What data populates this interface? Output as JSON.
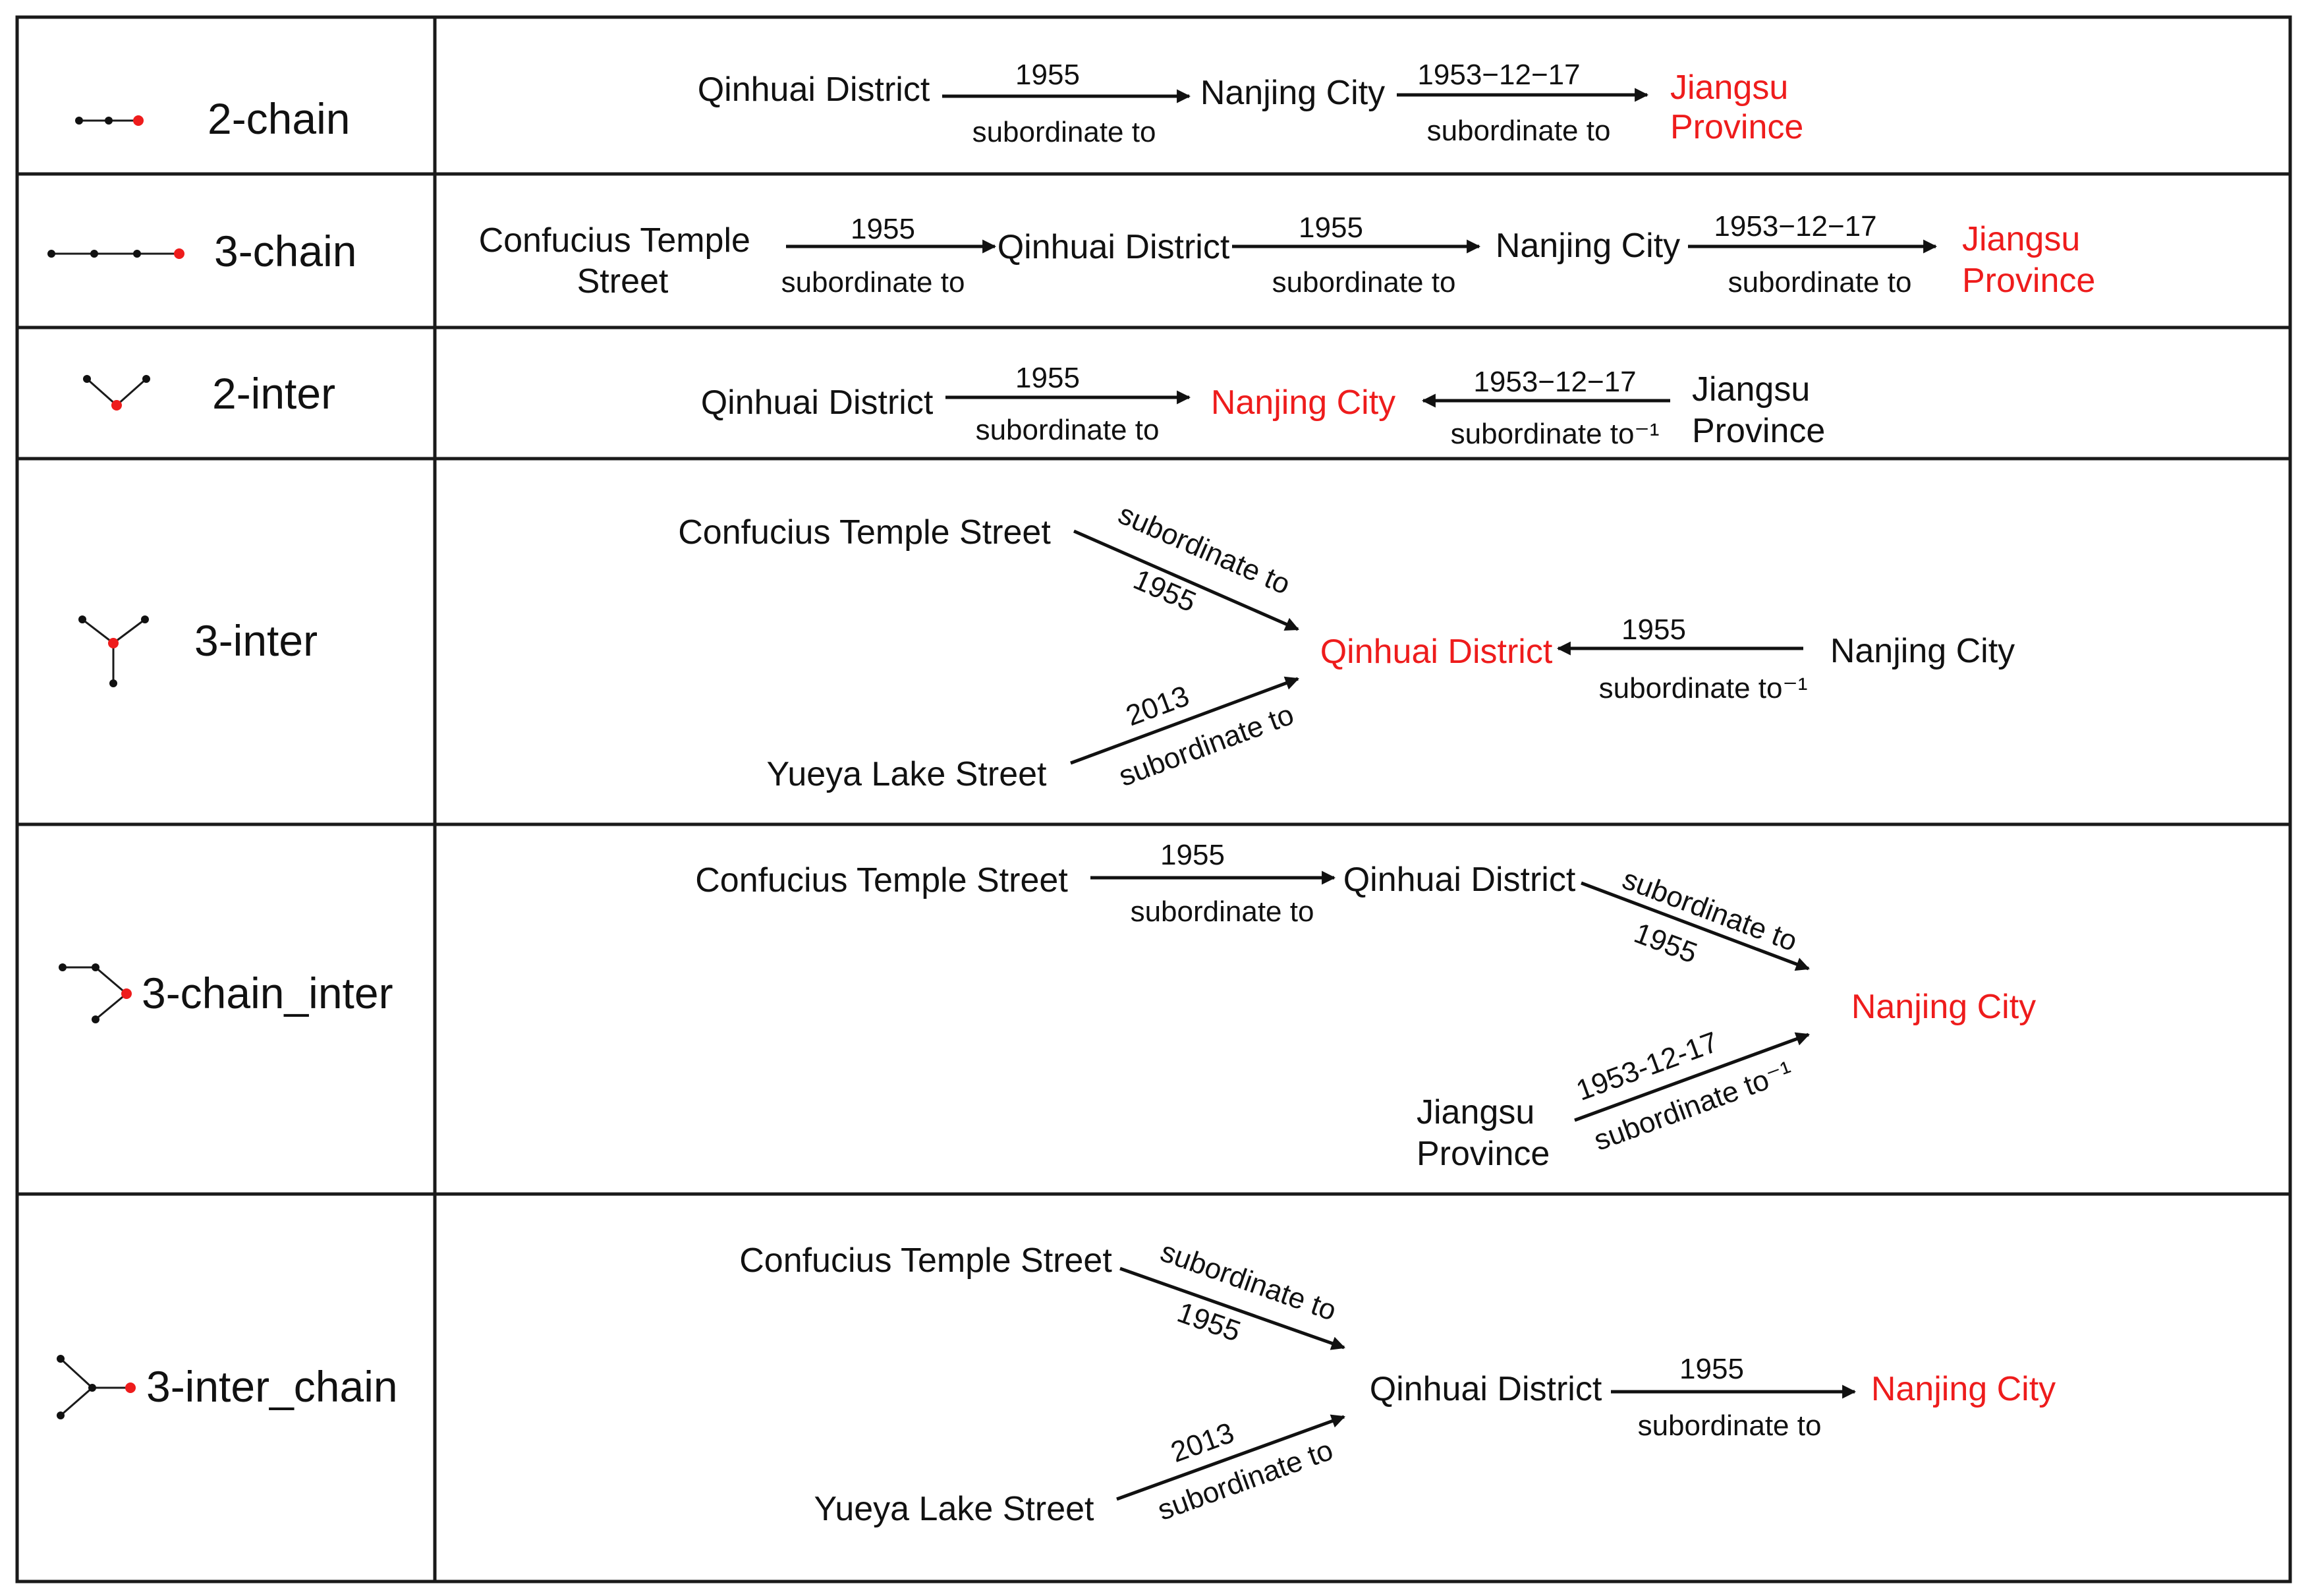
{
  "colors": {
    "target": "#ee1c1c",
    "ink": "#111111",
    "line": "#1a1a1a"
  },
  "rows": [
    {
      "pattern": "2-chain",
      "nodes": [
        "Qinhuai District",
        "Nanjing City",
        "Jiangsu Province"
      ],
      "edges": [
        {
          "time": "1955",
          "relation": "subordinate to"
        },
        {
          "time": "1953−12−17",
          "relation": "subordinate to"
        }
      ]
    },
    {
      "pattern": "3-chain",
      "nodes": [
        "Confucius Temple Street",
        "Qinhuai District",
        "Nanjing City",
        "Jiangsu Province"
      ],
      "edges": [
        {
          "time": "1955",
          "relation": "subordinate to"
        },
        {
          "time": "1955",
          "relation": "subordinate to"
        },
        {
          "time": "1953−12−17",
          "relation": "subordinate to"
        }
      ]
    },
    {
      "pattern": "2-inter",
      "nodes": [
        "Qinhuai District",
        "Nanjing City",
        "Jiangsu Province"
      ],
      "edges": [
        {
          "time": "1955",
          "relation": "subordinate to"
        },
        {
          "time": "1953−12−17",
          "relation": "subordinate to⁻¹"
        }
      ]
    },
    {
      "pattern": "3-inter",
      "nodes": [
        "Confucius Temple Street",
        "Qinhuai District",
        "Nanjing City",
        "Yueya Lake Street"
      ],
      "edges": [
        {
          "time": "1955",
          "relation": "subordinate to"
        },
        {
          "time": "1955",
          "relation": "subordinate to⁻¹"
        },
        {
          "time": "2013",
          "relation": "subordinate to"
        }
      ]
    },
    {
      "pattern": "3-chain_inter",
      "nodes": [
        "Confucius Temple Street",
        "Qinhuai District",
        "Nanjing City",
        "Jiangsu Province"
      ],
      "edges": [
        {
          "time": "1955",
          "relation": "subordinate to"
        },
        {
          "time": "1955",
          "relation": "subordinate to"
        },
        {
          "time": "1953-12-17",
          "relation": "subordinate to⁻¹"
        }
      ]
    },
    {
      "pattern": "3-inter_chain",
      "nodes": [
        "Confucius Temple Street",
        "Qinhuai District",
        "Nanjing City",
        "Yueya Lake Street"
      ],
      "edges": [
        {
          "time": "1955",
          "relation": "subordinate to"
        },
        {
          "time": "1955",
          "relation": "subordinate to"
        },
        {
          "time": "2013",
          "relation": "subordinate to"
        }
      ]
    }
  ]
}
